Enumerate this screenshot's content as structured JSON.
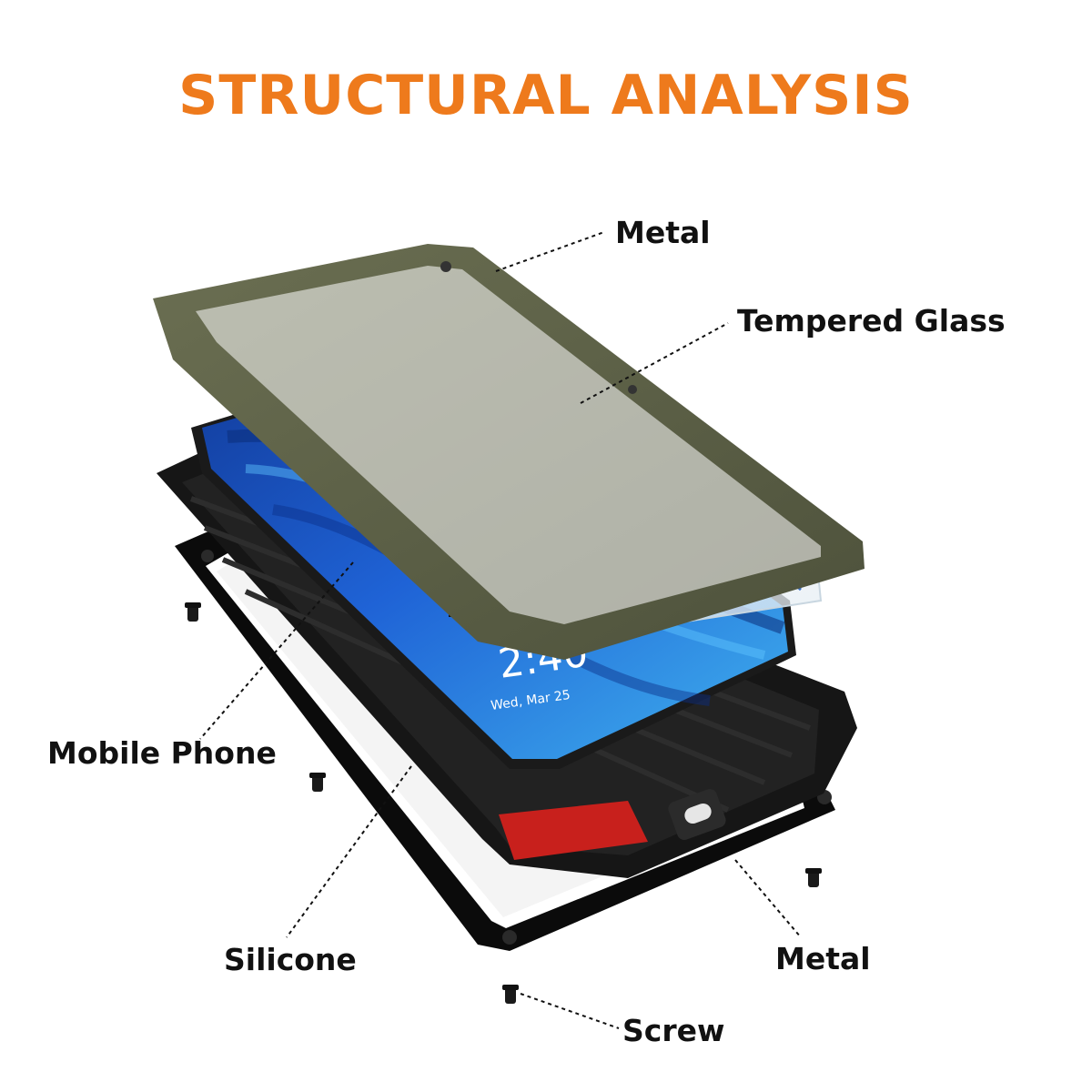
{
  "title": "STRUCTURAL ANALYSIS",
  "colors": {
    "title": "#ee7a1c",
    "metal_frame": "#5a5e44",
    "screen_blue": "#1f63d6",
    "silicone": "#151515",
    "metal_back": "#0a0a0a",
    "accent_red": "#c8201c"
  },
  "labels": {
    "metal_top": "Metal",
    "tempered_glass": "Tempered Glass",
    "mobile_phone": "Mobile Phone",
    "silicone": "Silicone",
    "metal_bottom": "Metal",
    "screw": "Screw"
  },
  "phone_screen": {
    "time": "2:40",
    "date": "Wed, Mar 25"
  }
}
